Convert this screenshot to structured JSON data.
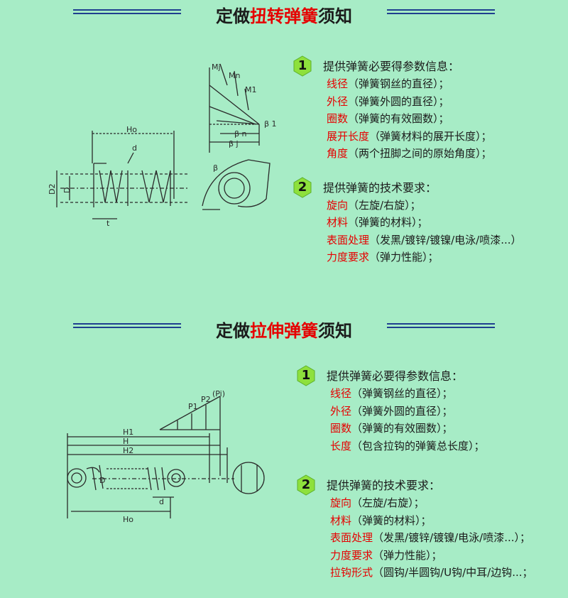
{
  "section1": {
    "title_pre": "定做",
    "title_hl": "扭转弹簧",
    "title_post": "须知",
    "diagram_labels": {
      "ho": "Ho",
      "d": "d",
      "d2": "D2",
      "dd": "D",
      "t": "t",
      "mj": "Mj",
      "mn": "Mn",
      "m1": "M1",
      "beta1": "β 1",
      "betan": "β n",
      "betaj": "β j",
      "beta": "β"
    },
    "step1": {
      "num": "1",
      "text": "提供弹簧必要得参数信息：",
      "items": [
        {
          "k": "线径",
          "v": "（弹簧钢丝的直径）；"
        },
        {
          "k": "外径",
          "v": "（弹簧外圆的直径）；"
        },
        {
          "k": "圈数",
          "v": "（弹簧的有效圈数）；"
        },
        {
          "k": "展开长度",
          "v": "（弹簧材料的展开长度）；"
        },
        {
          "k": "角度",
          "v": "（两个扭脚之间的原始角度）；"
        }
      ]
    },
    "step2": {
      "num": "2",
      "text": "提供弹簧的技术要求：",
      "items": [
        {
          "k": "旋向",
          "v": "（左旋/右旋）；"
        },
        {
          "k": "材料",
          "v": "（弹簧的材料）；"
        },
        {
          "k": "表面处理",
          "v": "（发黑/镀锌/镀镍/电泳/喷漆...）"
        },
        {
          "k": "力度要求",
          "v": "（弹力性能）；"
        }
      ]
    }
  },
  "section2": {
    "title_pre": "定做",
    "title_hl": "拉伸弹簧",
    "title_post": "须知",
    "diagram_labels": {
      "p1": "P1",
      "p2": "P2",
      "pi": "(Pi)",
      "h1": "H1",
      "h": "H",
      "h2": "H2",
      "d": "D",
      "dsmall": "d",
      "ho": "Ho"
    },
    "step1": {
      "num": "1",
      "text": "提供弹簧必要得参数信息：",
      "items": [
        {
          "k": "线径",
          "v": "（弹簧钢丝的直径）；"
        },
        {
          "k": "外径",
          "v": "（弹簧外圆的直径）；"
        },
        {
          "k": "圈数",
          "v": "（弹簧的有效圈数）；"
        },
        {
          "k": "长度",
          "v": "（包含拉钩的弹簧总长度）；"
        }
      ]
    },
    "step2": {
      "num": "2",
      "text": "提供弹簧的技术要求：",
      "items": [
        {
          "k": "旋向",
          "v": "（左旋/右旋）；"
        },
        {
          "k": "材料",
          "v": "（弹簧的材料）；"
        },
        {
          "k": "表面处理",
          "v": "（发黑/镀锌/镀镍/电泳/喷漆...）；"
        },
        {
          "k": "力度要求",
          "v": "（弹力性能）；"
        },
        {
          "k": "拉钩形式",
          "v": "（圆钩/半圆钩/U钩/中耳/边钩...；"
        }
      ]
    }
  }
}
